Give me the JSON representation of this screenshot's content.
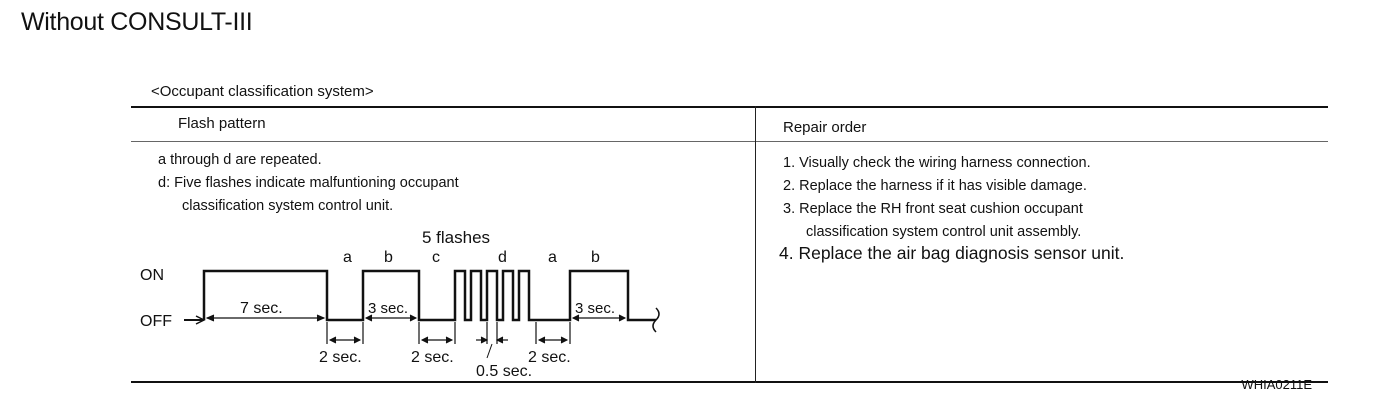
{
  "page": {
    "title": "Without CONSULT-III",
    "caption": "<Occupant classification system>",
    "figure_id": "WHIA0211E"
  },
  "table": {
    "headers": {
      "flash_pattern": "Flash pattern",
      "repair_order": "Repair order"
    },
    "notes": [
      "a through d are repeated.",
      "d:  Five flashes indicate malfuntioning occupant",
      "classification system control unit."
    ],
    "repair_steps": [
      "1.  Visually check the wiring harness connection.",
      "2.  Replace the harness if it has visible damage.",
      "3.  Replace the RH front seat cushion occupant",
      "classification system control unit assembly.",
      "4. Replace the air bag diagnosis sensor unit."
    ]
  },
  "diagram": {
    "level_on": "ON",
    "level_off": "OFF",
    "five_flashes": "5 flashes",
    "segments": [
      "a",
      "b",
      "c",
      "d",
      "a",
      "b"
    ],
    "durations": {
      "on_long": "7 sec.",
      "b1": "3 sec.",
      "b2": "3 sec.",
      "off1": "2 sec.",
      "off2": "2 sec.",
      "off3": "2 sec.",
      "pulse": "0.5 sec."
    }
  }
}
